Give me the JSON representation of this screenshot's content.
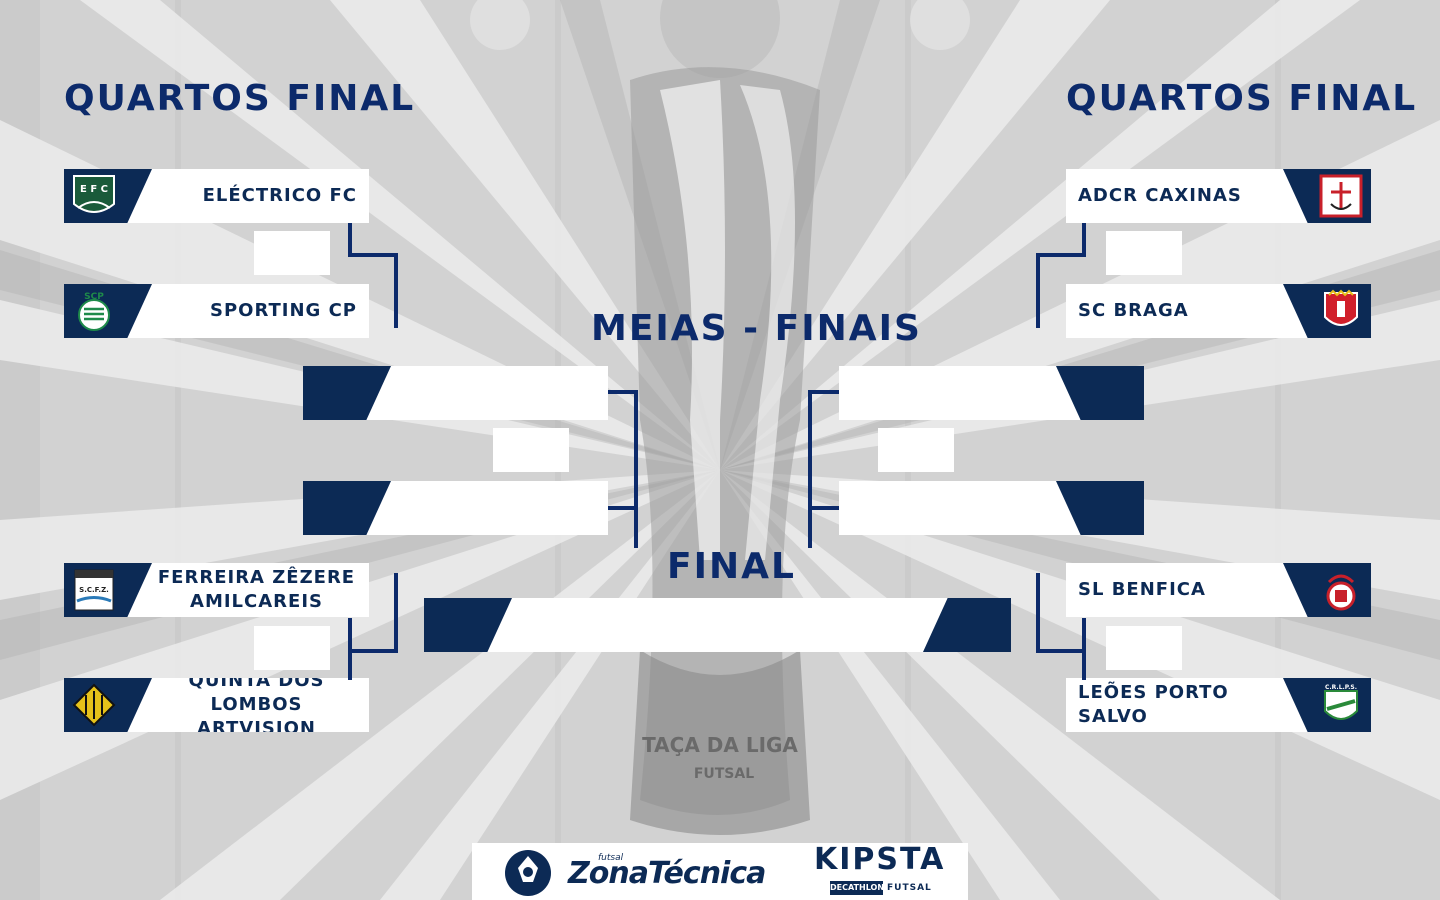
{
  "headings": {
    "quarterfinal_left": "QUARTOS FINAL",
    "quarterfinal_right": "QUARTOS FINAL",
    "semifinals": "MEIAS - FINAIS",
    "final": "FINAL"
  },
  "left_bracket": {
    "match1": {
      "team_a": "ELÉCTRICO FC",
      "team_b": "SPORTING CP"
    },
    "match2": {
      "team_a": "FERREIRA ZÊZERE AMILCAREIS",
      "team_a_line1": "FERREIRA ZÊZERE",
      "team_a_line2": "AMILCAREIS",
      "team_b_line1": "QUINTA DOS LOMBOS",
      "team_b_line2": "ARTVISION"
    }
  },
  "right_bracket": {
    "match1": {
      "team_a": "ADCR CAXINAS",
      "team_b": "SC BRAGA"
    },
    "match2": {
      "team_a": "SL BENFICA",
      "team_b": "LEÕES PORTO SALVO"
    }
  },
  "crest_text": {
    "electrico": "E F C",
    "sporting": "SCP",
    "ferreira": "S.C.F.Z.",
    "porto_salvo": "C.R.L.P.S."
  },
  "trophy_text": {
    "line1": "TAÇA DA LIGA",
    "line2": "FUTSAL"
  },
  "sponsors": {
    "zona_small": "futsal",
    "zona": "ZonaTécnica",
    "kipsta": "KIPSTA",
    "decathlon": "DECATHLON",
    "futsal": "FUTSAL"
  },
  "colors": {
    "navy": "#0c2a55",
    "heading_blue": "#0c2a6b",
    "slot_white": "#ffffff",
    "background_gray": "#cfcfcf"
  },
  "icons": [
    "electrico-crest-icon",
    "sporting-crest-icon",
    "ferreira-crest-icon",
    "lombos-crest-icon",
    "caxinas-crest-icon",
    "braga-crest-icon",
    "benfica-crest-icon",
    "porto-salvo-crest-icon",
    "trophy-image",
    "zona-tecnica-ball-icon"
  ]
}
